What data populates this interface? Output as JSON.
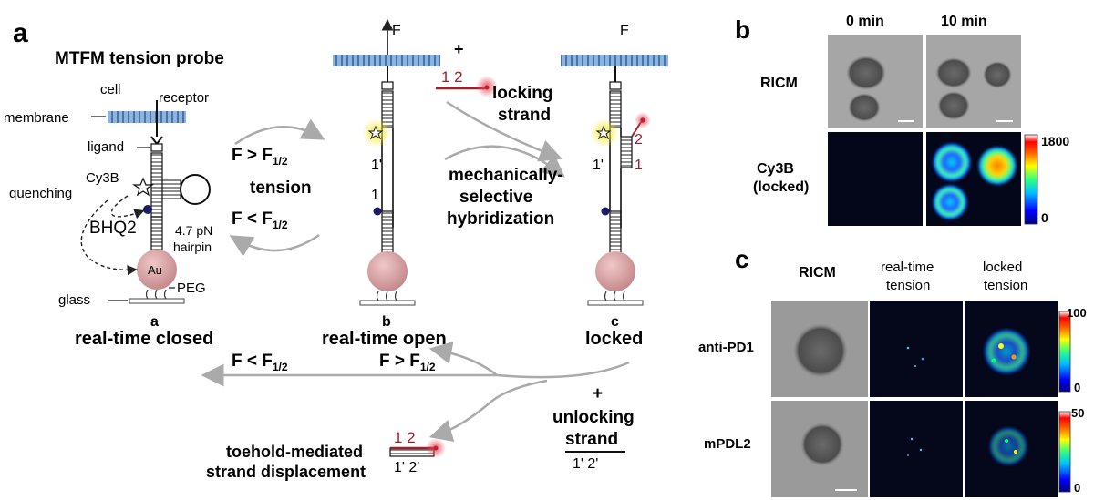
{
  "panel_a": {
    "letter": "a",
    "title": "MTFM tension probe",
    "labels": {
      "cell": "cell",
      "receptor": "receptor",
      "membrane": "membrane",
      "ligand": "ligand",
      "cy3b": "Cy3B",
      "quenching": "quenching",
      "bhq2": "BHQ2",
      "hairpin_force": "4.7 pN",
      "hairpin": "hairpin",
      "au": "Au",
      "peg": "PEG",
      "glass": "glass",
      "force": "F"
    },
    "states": {
      "a_letter": "a",
      "a_name": "real-time closed",
      "b_letter": "b",
      "b_name": "real-time open",
      "c_letter": "c",
      "c_name": "locked"
    },
    "transitions": {
      "f_gt": "F > F",
      "f_lt": "F < F",
      "half": "1/2",
      "tension": "tension",
      "plus": "+",
      "locking": "locking",
      "strand": "strand",
      "mech1": "mechanically-",
      "mech2": "selective",
      "mech3": "hybridization",
      "unlocking": "unlocking",
      "toehold1": "toehold-mediated",
      "toehold2": "strand displacement"
    },
    "seq": {
      "one": "1",
      "two": "2",
      "one_p": "1'",
      "two_p": "2'",
      "pair": "1' 2'",
      "pair_top": "1  2"
    }
  },
  "panel_b": {
    "letter": "b",
    "col1": "0 min",
    "col2": "10 min",
    "row1": "RICM",
    "row2a": "Cy3B",
    "row2b": "(locked)",
    "cbar_max": "1800",
    "cbar_min": "0"
  },
  "panel_c": {
    "letter": "c",
    "col1": "RICM",
    "col2a": "real-time",
    "col2b": "tension",
    "col3a": "locked",
    "col3b": "tension",
    "row1": "anti-PD1",
    "row2": "mPDL2",
    "cbar1_max": "100",
    "cbar1_min": "0",
    "cbar2_max": "50",
    "cbar2_min": "0"
  },
  "colors": {
    "membrane": "#5b8fc8",
    "au": "#d9a3a6",
    "arrow": "#aaaaaa",
    "locking": "#a0202a",
    "glow": "#f4e23a"
  }
}
